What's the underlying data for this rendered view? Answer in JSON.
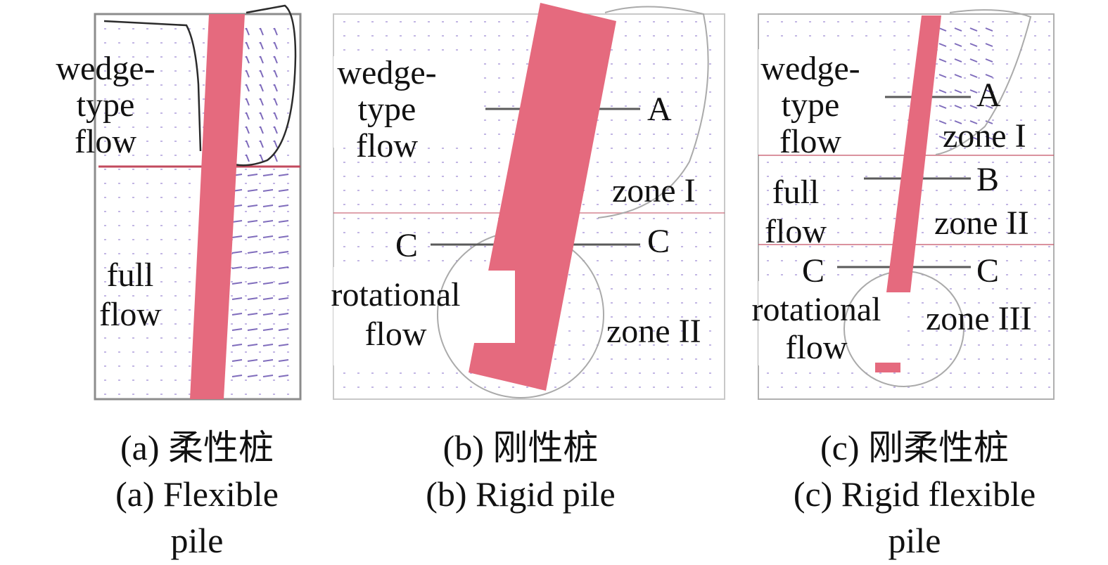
{
  "colors": {
    "pile": "#e56a7e",
    "frame": "#8c8c8c",
    "outline": "#2b2b2b",
    "section_line": "#5a5a5a",
    "zone_boundary": "#c24a5e",
    "vector": "#7a5fc4",
    "vector_strong": "#4a2fa0"
  },
  "panels": [
    {
      "id": "a",
      "labels": {
        "wedge": [
          "wedge-",
          "type",
          "flow"
        ],
        "full": [
          "full",
          "flow"
        ]
      },
      "caption_cn": "(a) 柔性桩",
      "caption_en": [
        "(a) Flexible",
        "pile"
      ]
    },
    {
      "id": "b",
      "labels": {
        "wedge": [
          "wedge-",
          "type",
          "flow"
        ],
        "rot": [
          "rotational",
          "flow"
        ],
        "A": "A",
        "C_left": "C",
        "C_right": "C",
        "zone1": "zone I",
        "zone2": "zone II"
      },
      "caption_cn": "(b) 刚性桩",
      "caption_en": [
        "(b) Rigid pile"
      ]
    },
    {
      "id": "c",
      "labels": {
        "wedge": [
          "wedge-",
          "type",
          "flow"
        ],
        "full": [
          "full",
          "flow"
        ],
        "rot": [
          "rotational",
          "flow"
        ],
        "A": "A",
        "B": "B",
        "C_left": "C",
        "C_right": "C",
        "zone1": "zone I",
        "zone2": "zone II",
        "zone3": "zone III"
      },
      "caption_cn": "(c) 刚柔性桩",
      "caption_en": [
        "(c) Rigid flexible",
        "pile"
      ]
    }
  ]
}
